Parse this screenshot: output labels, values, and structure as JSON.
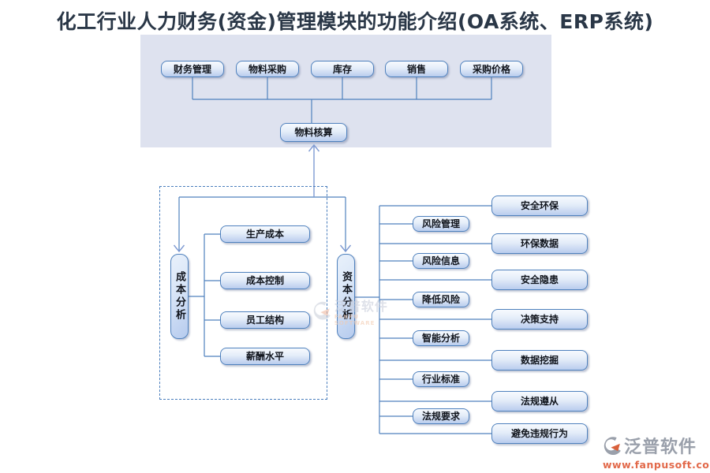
{
  "title": "化工行业人力财务(资金)管理模块的功能介绍(OA系统、ERP系统)",
  "top_panel": {
    "modules": [
      "财务管理",
      "物料采购",
      "库存",
      "销售",
      "采购价格"
    ],
    "hub": "物料核算"
  },
  "cost_section": {
    "parent": "成本分析",
    "children": [
      "生产成本",
      "成本控制",
      "员工结构",
      "薪酬水平"
    ]
  },
  "capital_section": {
    "parent": "资本分析",
    "mid_nodes": [
      "风险管理",
      "风险信息",
      "降低风险",
      "智能分析",
      "行业标准",
      "法规要求"
    ],
    "outer_nodes": [
      "安全环保",
      "环保数据",
      "安全隐患",
      "决策支持",
      "数据挖掘",
      "法规遵从",
      "避免违规行为"
    ]
  },
  "watermark": {
    "brand": "泛普软件",
    "subtitle": "FANPU SOFTWARE"
  },
  "footer_logo": {
    "brand": "泛普软件",
    "website": "www.fanpusoft.com"
  },
  "colors": {
    "accent_line": "#4f81bd",
    "arrow": "#7e9ad2",
    "panel_bg": "#dee2ef",
    "logo_gray": "#9aa0ab",
    "logo_orange": "#e2694a"
  }
}
